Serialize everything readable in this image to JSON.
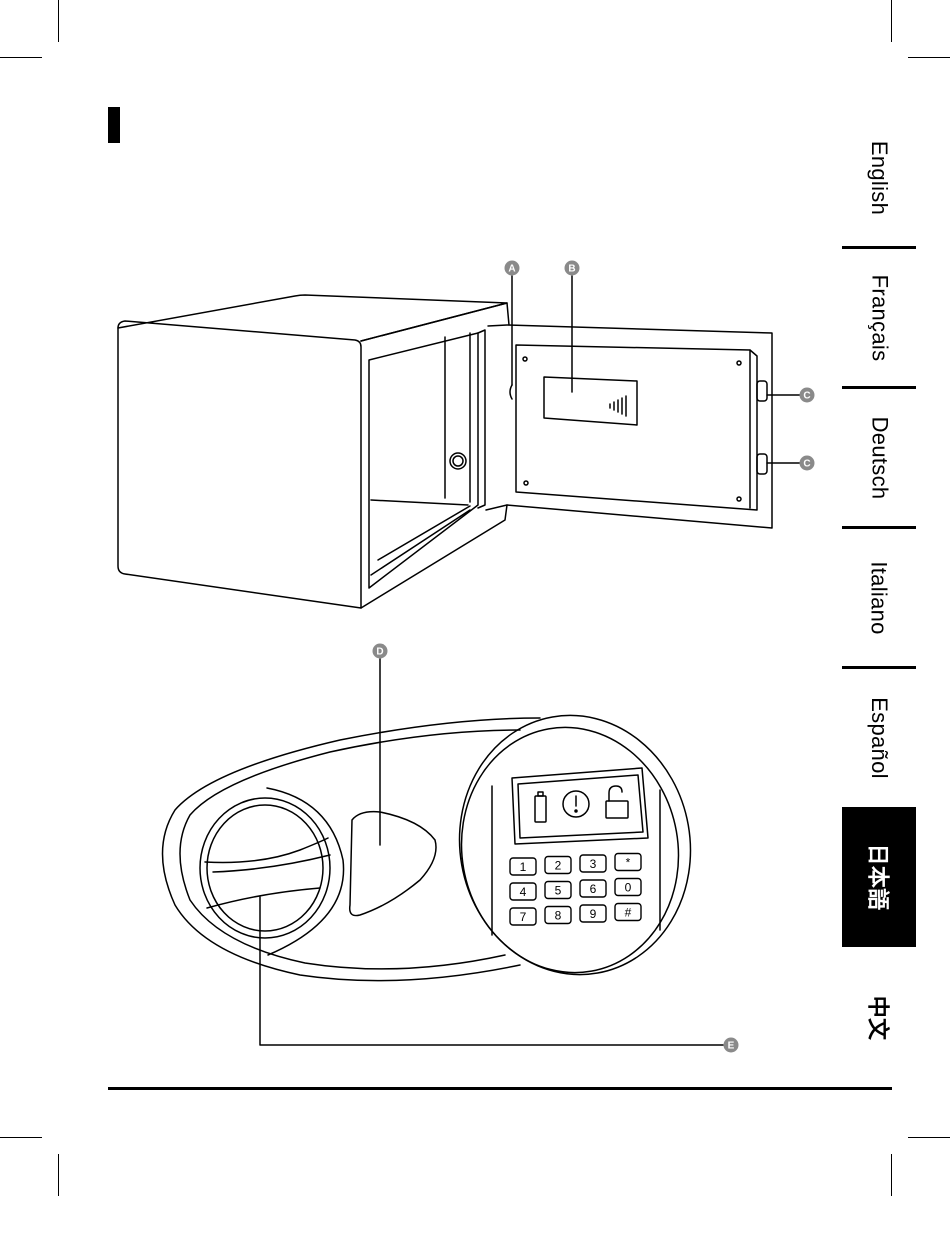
{
  "languages": [
    {
      "label": "English",
      "active": false
    },
    {
      "label": "Français",
      "active": false
    },
    {
      "label": "Deutsch",
      "active": false
    },
    {
      "label": "Italiano",
      "active": false
    },
    {
      "label": "Español",
      "active": false
    },
    {
      "label": "日本語",
      "active": true
    },
    {
      "label": "中文",
      "active": false
    }
  ],
  "callouts": {
    "a": "A",
    "b": "B",
    "c1": "C",
    "c2": "C",
    "d": "D",
    "e": "E"
  },
  "keypad": [
    "1",
    "2",
    "3",
    "*",
    "4",
    "5",
    "6",
    "0",
    "7",
    "8",
    "9",
    "#"
  ],
  "colors": {
    "ink": "#000000",
    "callout_fill": "#8a8a8a",
    "active_tab": "#000000"
  }
}
